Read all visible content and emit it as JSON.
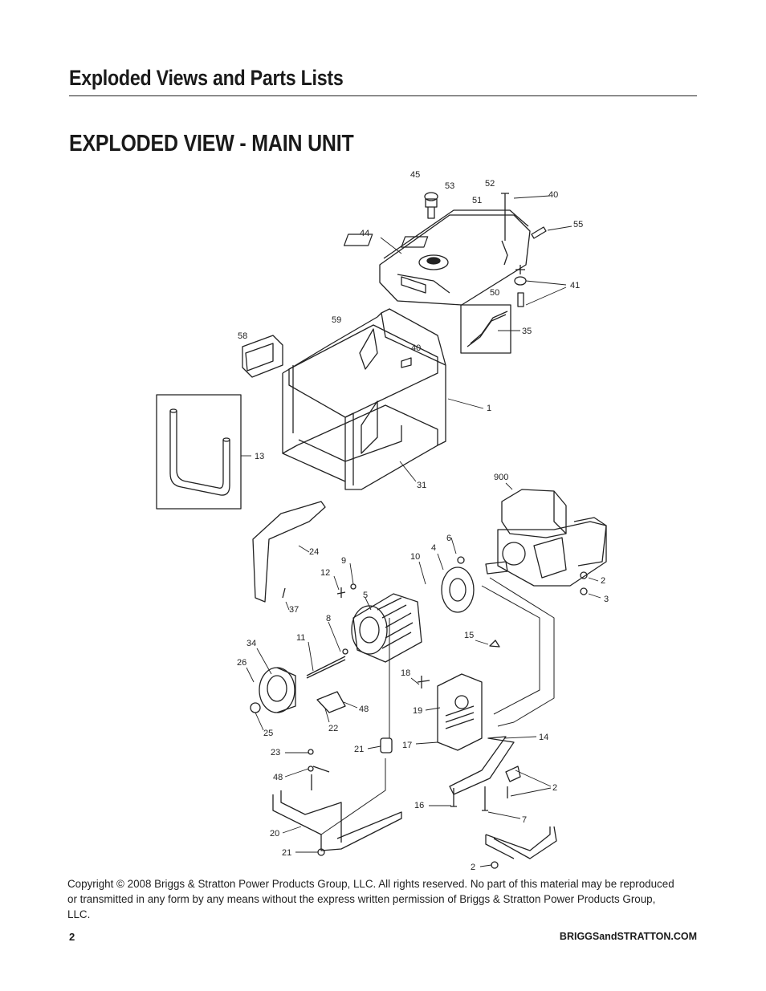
{
  "header": {
    "section_title": "Exploded Views and Parts Lists"
  },
  "main": {
    "view_title": "EXPLODED VIEW - MAIN UNIT"
  },
  "diagram": {
    "part_labels": [
      "45",
      "53",
      "52",
      "40",
      "51",
      "55",
      "44",
      "41",
      "50",
      "35",
      "59",
      "58",
      "40",
      "1",
      "13",
      "31",
      "900",
      "24",
      "6",
      "4",
      "10",
      "9",
      "12",
      "2",
      "5",
      "3",
      "37",
      "8",
      "34",
      "11",
      "15",
      "26",
      "18",
      "48",
      "19",
      "25",
      "22",
      "14",
      "23",
      "21",
      "17",
      "48",
      "2",
      "16",
      "7",
      "20",
      "21",
      "2"
    ]
  },
  "footer": {
    "copyright": "Copyright © 2008 Briggs & Stratton Power Products Group, LLC.  All rights reserved.  No part of this material may be reproduced or transmitted in any form by any means without the express written permission of Briggs & Stratton Power Products Group, LLC.",
    "page_number": "2",
    "website": "BRIGGSandSTRATTON.COM"
  }
}
